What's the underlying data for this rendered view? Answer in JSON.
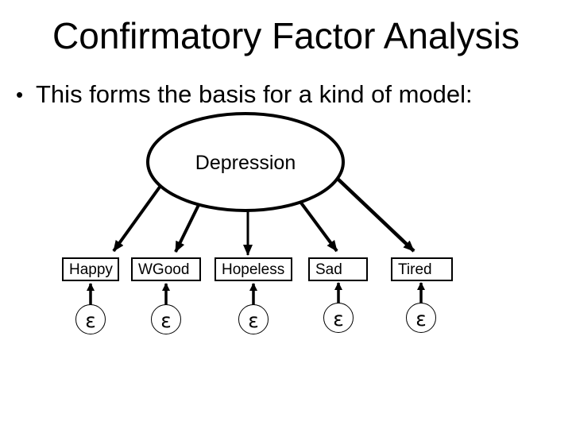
{
  "slide": {
    "title": "Confirmatory Factor Analysis",
    "bullet_marker": "•",
    "bullet_text": "This forms the basis for a kind of model:"
  },
  "diagram": {
    "type": "confirmatory-factor-analysis-path-diagram",
    "factor": {
      "label": "Depression",
      "shape": "ellipse"
    },
    "indicators": [
      {
        "label": "Happy"
      },
      {
        "label": "WGood"
      },
      {
        "label": "Hopeless"
      },
      {
        "label": "Sad"
      },
      {
        "label": "Tired"
      }
    ],
    "error_symbol": "ε",
    "colors": {
      "line": "#000000",
      "fill": "#ffffff",
      "text": "#000000"
    }
  }
}
